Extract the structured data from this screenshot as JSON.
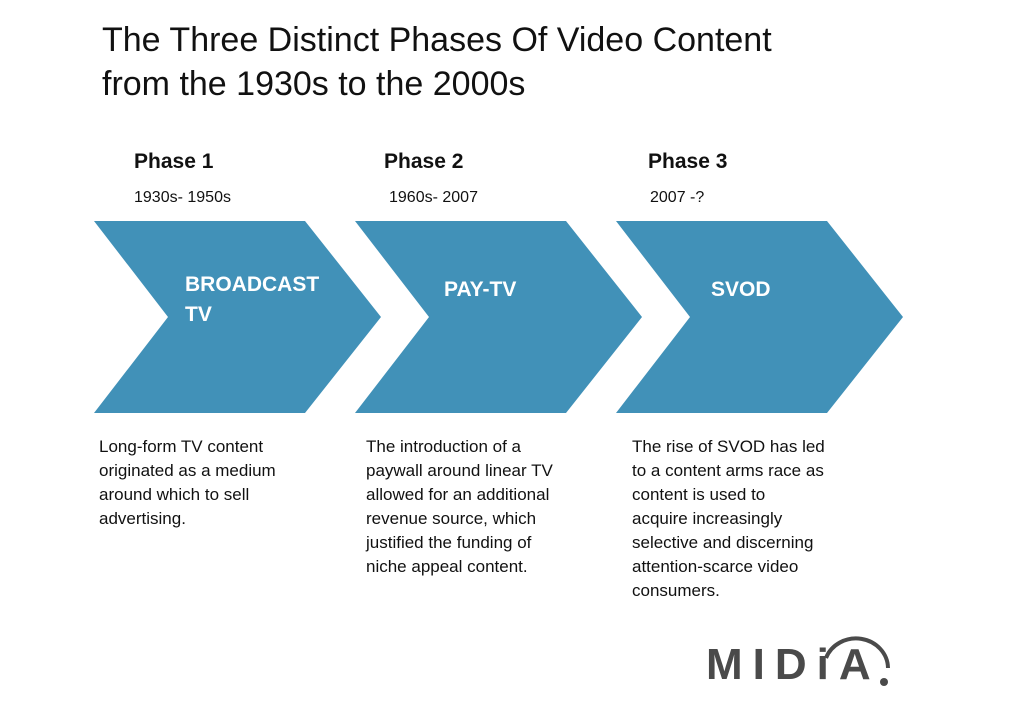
{
  "title": {
    "line1": "The Three Distinct Phases Of Video Content",
    "line2": "from the 1930s to the 2000s"
  },
  "colors": {
    "arrow_fill": "#4191b8",
    "arrow_text": "#ffffff",
    "logo": "#4a4a4a"
  },
  "phases": [
    {
      "label": "Phase 1",
      "years": "1930s- 1950s",
      "name_line1": "BROADCAST",
      "name_line2": "TV",
      "description": [
        "Long-form TV content",
        "originated as a medium",
        "around which to sell",
        "advertising."
      ]
    },
    {
      "label": "Phase 2",
      "years": "1960s- 2007",
      "name_line1": "PAY-TV",
      "name_line2": "",
      "description": [
        "The introduction of a",
        "paywall around linear TV",
        "allowed for an additional",
        "revenue source, which",
        "justified the funding of",
        "niche appeal content."
      ]
    },
    {
      "label": "Phase 3",
      "years": "2007 -?",
      "name_line1": "SVOD",
      "name_line2": "",
      "description": [
        "The rise of SVOD has led",
        "to a content arms race as",
        "content is used to",
        "acquire increasingly",
        "selective and discerning",
        "attention-scarce video",
        "consumers."
      ]
    }
  ],
  "logo": {
    "text": "MIDiA",
    "icon": "arc-logo-icon"
  }
}
